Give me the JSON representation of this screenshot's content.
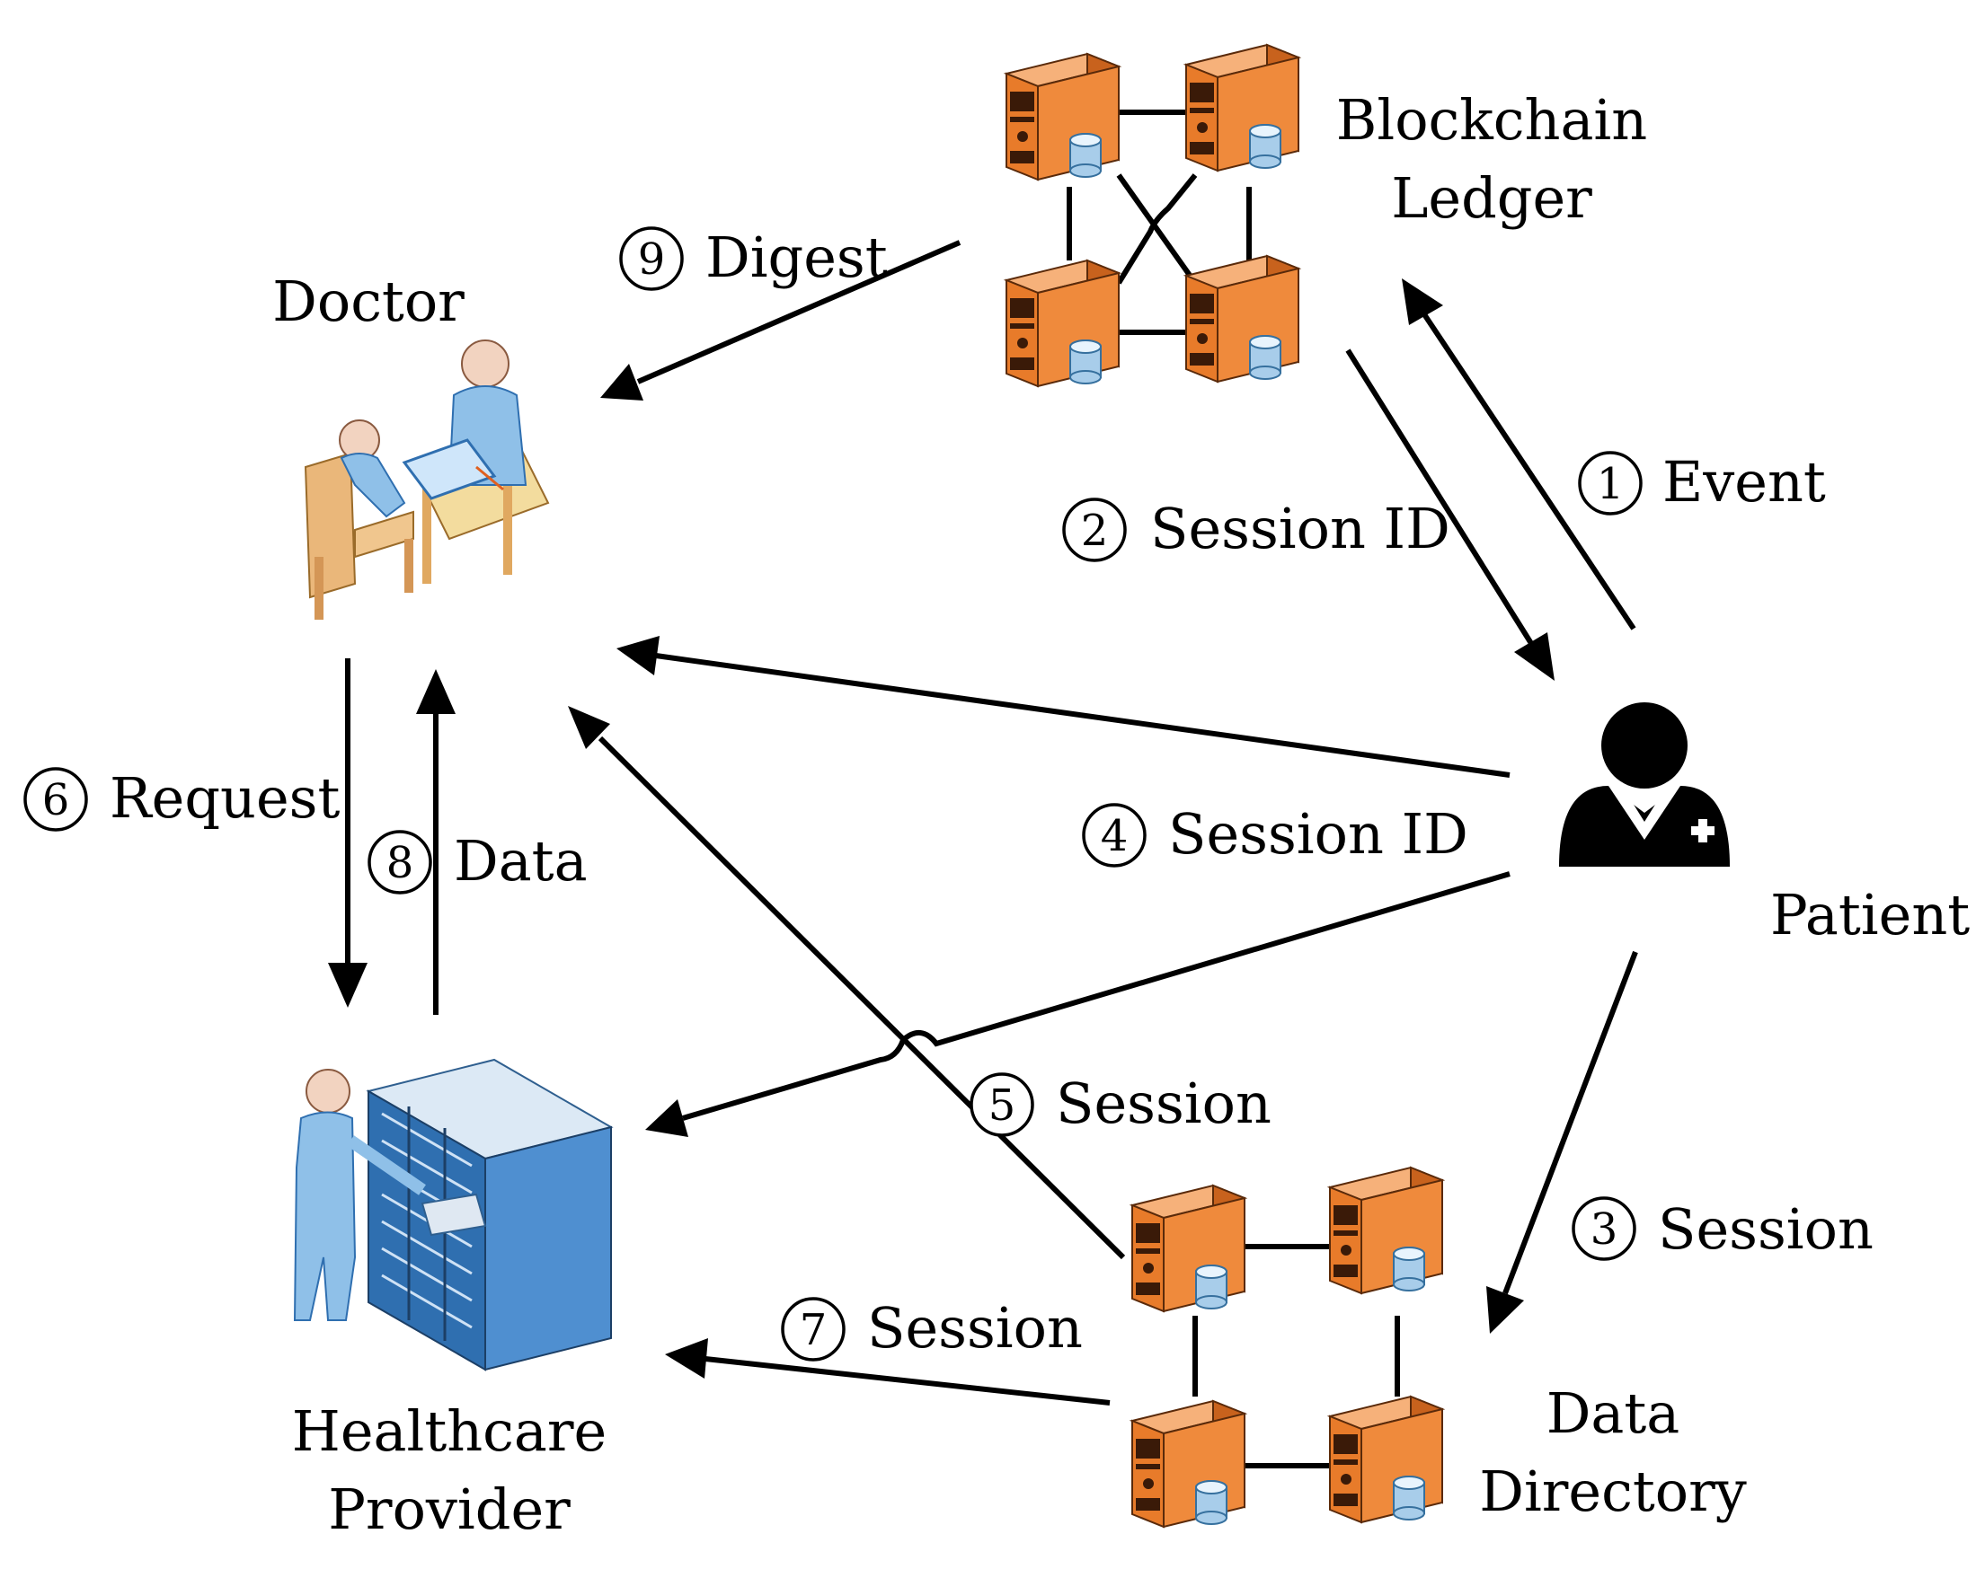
{
  "nodes": {
    "blockchain": {
      "line1": "Blockchain",
      "line2": "Ledger"
    },
    "doctor": {
      "label": "Doctor"
    },
    "patient": {
      "label": "Patient"
    },
    "provider": {
      "line1": "Healthcare",
      "line2": "Provider"
    },
    "directory": {
      "line1": "Data",
      "line2": "Directory"
    }
  },
  "steps": [
    {
      "num": "1",
      "label": "Event"
    },
    {
      "num": "2",
      "label": "Session ID"
    },
    {
      "num": "3",
      "label": "Session"
    },
    {
      "num": "4",
      "label": "Session ID"
    },
    {
      "num": "5",
      "label": "Session"
    },
    {
      "num": "6",
      "label": "Request"
    },
    {
      "num": "7",
      "label": "Session"
    },
    {
      "num": "8",
      "label": "Data"
    },
    {
      "num": "9",
      "label": "Digest"
    }
  ],
  "icons": {
    "blockchain": "server-cluster-icon",
    "directory": "server-cluster-icon",
    "doctor": "doctor-desk-icon",
    "patient": "patient-icon",
    "provider": "datacenter-operator-icon"
  },
  "colors": {
    "server_orange": "#e87b2a",
    "operator_blue": "#5b9bd5",
    "rack_blue": "#2f6fb0"
  }
}
